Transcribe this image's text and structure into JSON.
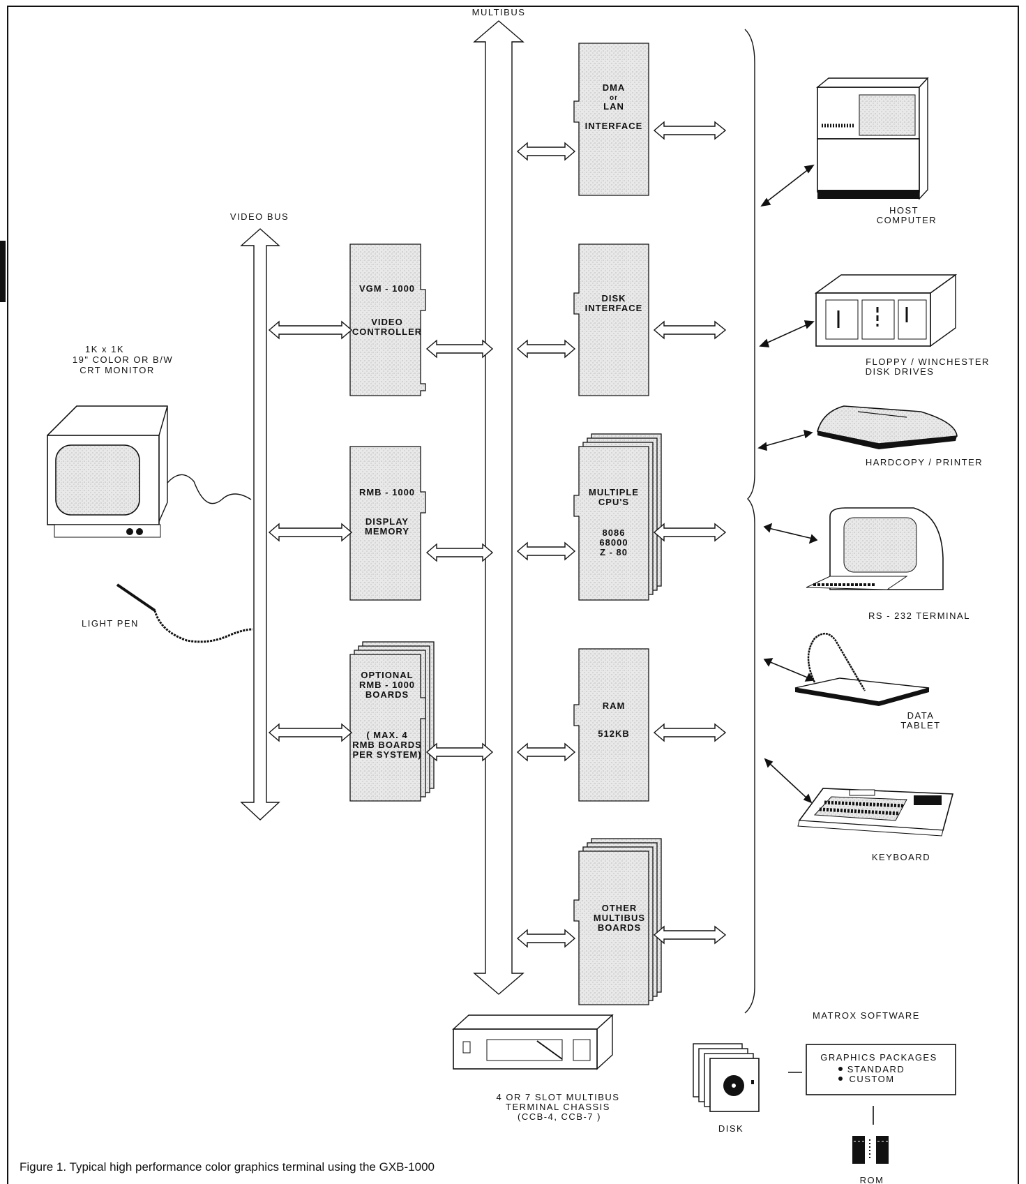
{
  "buses": {
    "multibus": "MULTIBUS",
    "video_bus": "VIDEO BUS"
  },
  "boards": {
    "video_controller": [
      "VGM - 1000",
      "",
      "VIDEO",
      "CONTROLLER"
    ],
    "display_memory": [
      "RMB - 1000",
      "",
      "DISPLAY",
      "MEMORY"
    ],
    "optional_rmb": [
      "OPTIONAL",
      "RMB - 1000",
      "BOARDS",
      "",
      "( MAX. 4",
      "RMB BOARDS",
      "PER SYSTEM)"
    ],
    "dma_lan": [
      "DMA",
      "or",
      "LAN",
      "",
      "INTERFACE"
    ],
    "disk_interface": [
      "DISK",
      "INTERFACE"
    ],
    "multiple_cpus": [
      "MULTIPLE",
      "CPU'S",
      "",
      "8086",
      "68000",
      "Z - 80"
    ],
    "ram": [
      "RAM",
      "",
      "512KB"
    ],
    "other_multibus": [
      "OTHER",
      "MULTIBUS",
      "BOARDS"
    ]
  },
  "monitor": [
    "1K  x  1K",
    "19\" COLOR OR B/W",
    "CRT MONITOR"
  ],
  "light_pen": "LIGHT PEN",
  "peripherals": {
    "host": [
      "HOST",
      "COMPUTER"
    ],
    "disk_drives": [
      "FLOPPY / WINCHESTER",
      "DISK  DRIVES"
    ],
    "printer": "HARDCOPY / PRINTER",
    "terminal": "RS - 232  TERMINAL",
    "tablet": [
      "DATA",
      "TABLET"
    ],
    "keyboard": "KEYBOARD"
  },
  "chassis": [
    "4  OR  7  SLOT MULTIBUS",
    "TERMINAL CHASSIS",
    "(CCB-4, CCB-7 )"
  ],
  "software": {
    "title": "MATROX  SOFTWARE",
    "packages_title": "GRAPHICS  PACKAGES",
    "packages": [
      "STANDARD",
      "CUSTOM"
    ],
    "disk": "DISK",
    "rom": "ROM"
  },
  "caption": "Figure 1. Typical high performance color graphics terminal using the GXB-1000"
}
